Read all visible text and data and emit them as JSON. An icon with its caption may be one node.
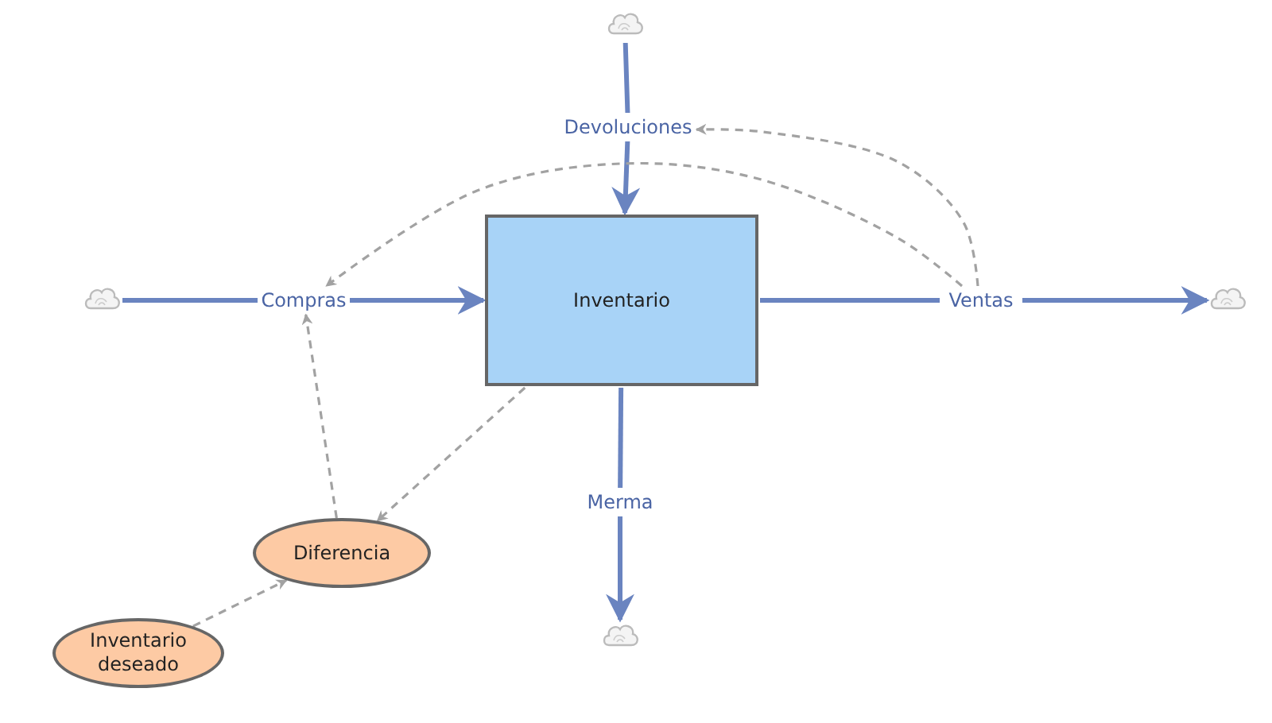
{
  "diagram": {
    "nodes": [
      {
        "text": [],
        "shape": "cloud"
      },
      {
        "text": [
          "Devoluciones"
        ]
      },
      {
        "text": [],
        "shape": "cloud"
      },
      {
        "text": [
          "Compras"
        ]
      },
      {
        "text": [
          "Inventario"
        ]
      },
      {
        "text": [
          "Ventas"
        ]
      },
      {
        "text": [],
        "shape": "cloud"
      },
      {
        "text": [
          "Merma"
        ]
      },
      {
        "text": [],
        "shape": "cloud"
      },
      {
        "text": [
          "Diferencia"
        ]
      },
      {
        "text": [
          "Inventario deseado"
        ]
      }
    ],
    "edges": [
      {
        "from": 0,
        "to": 1,
        "arrow": "none"
      },
      {
        "from": 1,
        "to": 4,
        "arrow": "to"
      },
      {
        "from": 2,
        "to": 3,
        "arrow": "none"
      },
      {
        "from": 3,
        "to": 4,
        "arrow": "to"
      },
      {
        "from": 4,
        "to": 5,
        "arrow": "none"
      },
      {
        "from": 5,
        "to": 6,
        "arrow": "to"
      },
      {
        "from": 4,
        "to": 7,
        "arrow": "none"
      },
      {
        "from": 7,
        "to": 8,
        "arrow": "to"
      },
      {
        "from": 5,
        "to": 1,
        "arrow": "to",
        "style": "dashed",
        "color": "#a2a2a2"
      },
      {
        "from": 5,
        "to": 3,
        "arrow": "to",
        "style": "dashed",
        "color": "#a2a2a2"
      },
      {
        "from": 9,
        "to": 3,
        "arrow": "to",
        "style": "dashed",
        "color": "#a2a2a2"
      },
      {
        "from": 4,
        "to": 9,
        "arrow": "to",
        "style": "dashed",
        "color": "#a2a2a2"
      },
      {
        "from": 10,
        "to": 9,
        "arrow": "to",
        "style": "dashed",
        "color": "#a2a2a2"
      }
    ]
  }
}
